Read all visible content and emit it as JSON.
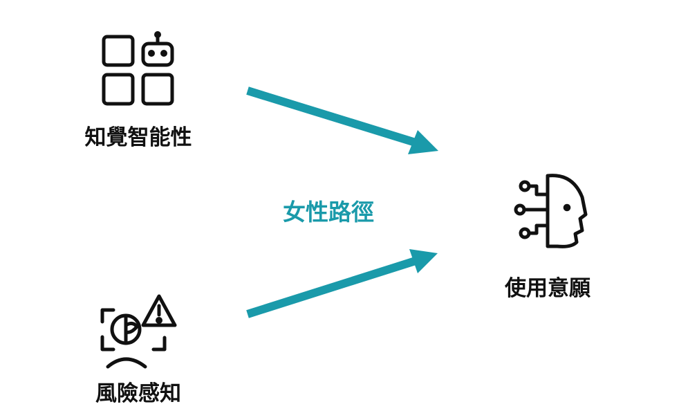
{
  "colors": {
    "accent": "#1a9aaa",
    "text": "#111111",
    "background": "#ffffff"
  },
  "nodes": {
    "perceived_intelligence": {
      "label": "知覺智能性",
      "icon": "grid-robot-icon"
    },
    "risk_perception": {
      "label": "風險感知",
      "icon": "face-scan-warning-icon"
    },
    "usage_intention": {
      "label": "使用意願",
      "icon": "ai-head-circuit-icon"
    }
  },
  "path_label": "女性路徑",
  "edges": [
    {
      "from": "perceived_intelligence",
      "to": "usage_intention"
    },
    {
      "from": "risk_perception",
      "to": "usage_intention"
    }
  ]
}
